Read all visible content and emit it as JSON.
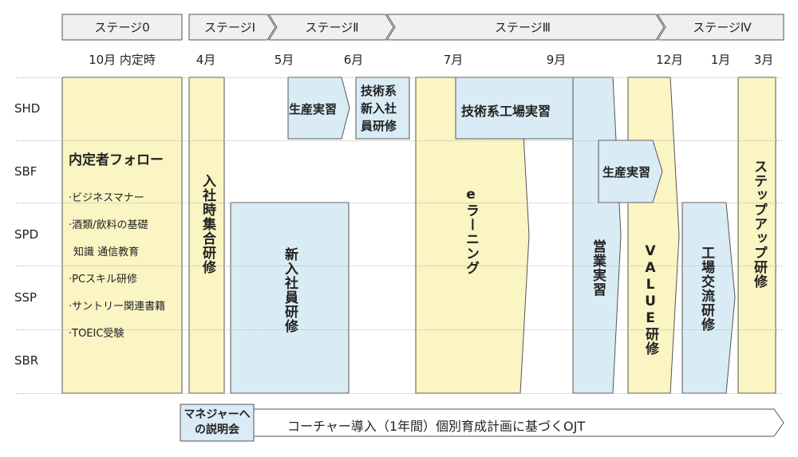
{
  "stages": [
    "ステージ0",
    "ステージⅠ",
    "ステージⅡ",
    "ステージⅢ",
    "ステージⅣ"
  ],
  "months": [
    "10月 内定時",
    "4月",
    "5月",
    "6月",
    "7月",
    "9月",
    "12月",
    "1月",
    "3月"
  ],
  "rows": [
    "SHD",
    "SBF",
    "SPD",
    "SSP",
    "SBR"
  ],
  "follow": {
    "title": "内定者フォロー",
    "items": [
      "·ビジネスマナー",
      "·酒類/飲料の基礎",
      "知識 通信教育",
      "·PCスキル研修",
      "·サントリー関連書籍",
      "·TOEIC受験"
    ]
  },
  "programs": {
    "nyusha": "入社時集合研修",
    "seisan1": "生産実習",
    "gijutsu_shinnyu": "技術系新入社員研修",
    "shinnyu": "新入社員研修",
    "elearning": "eラーニング",
    "kojo": "技術系工場実習",
    "eigyo": "営業実習",
    "seisan2": "生産実習",
    "value": "VALUE研修",
    "kojo_koryu": "工場交流研修",
    "stepup": "ステップアップ研修"
  },
  "bottom": {
    "manager": "マネジャーへの説明会",
    "coach": "コーチャー導入（1年間）個別育成計画に基づくOJT"
  },
  "colors": {
    "yellow": "#fbf4c3",
    "blue": "#d9ebf5",
    "stage": "#f0f0f0",
    "stroke": "#555555"
  }
}
